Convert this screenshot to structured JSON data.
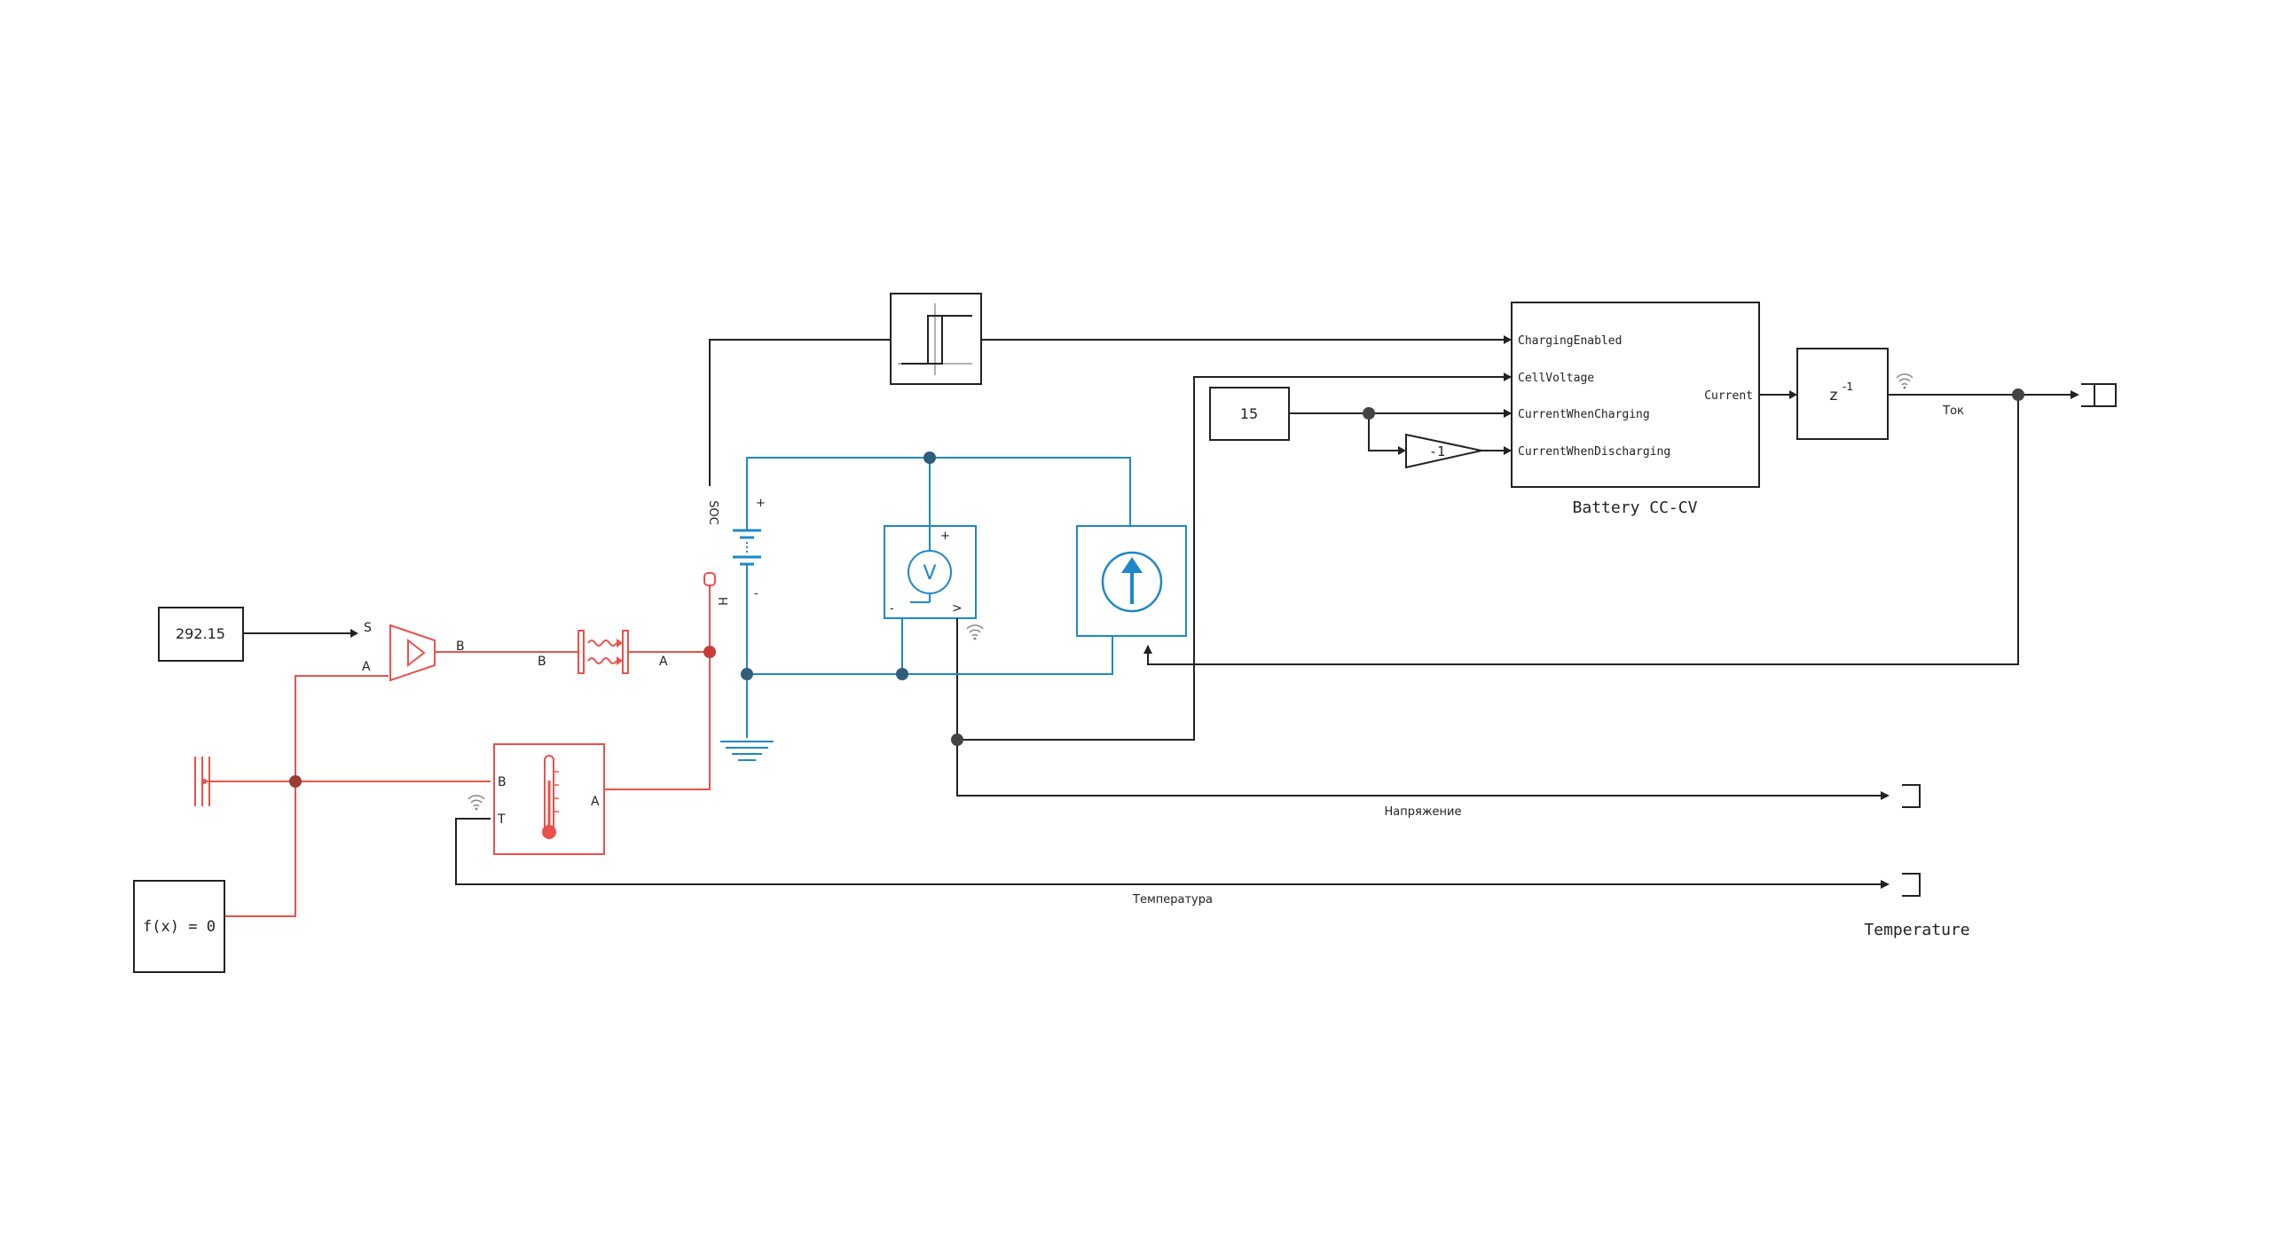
{
  "diagram": {
    "blocks": {
      "temp_const": {
        "value": "292.15"
      },
      "const15": {
        "value": "15"
      },
      "gain": {
        "value": "-1"
      },
      "solver": {
        "label": "f(x) = 0"
      },
      "delay": {
        "label": "z",
        "exp": "-1"
      },
      "battery_controller": {
        "title": "Battery CC-CV",
        "inputs": [
          "ChargingEnabled",
          "CellVoltage",
          "CurrentWhenCharging",
          "CurrentWhenDischarging"
        ],
        "output": "Current"
      },
      "voltmeter": {
        "symbol": "V",
        "plus": "+",
        "minus": "-",
        "out": ">"
      },
      "battery_cell": {
        "plus": "+",
        "minus": "-",
        "soc_port": "SOC",
        "h_port": "H"
      },
      "temp_source": {
        "port_s": "S",
        "port_a": "A",
        "port_b": "B"
      },
      "thermal_resistor": {
        "port_a": "A",
        "port_b": "B"
      },
      "thermometer": {
        "port_a": "A",
        "port_b": "B",
        "port_t": "T"
      }
    },
    "signals": {
      "current": "Ток",
      "voltage": "Напряжение",
      "temperature": "Температура"
    },
    "outports": {
      "temperature_caption": "Temperature"
    },
    "colors": {
      "signal": "#222222",
      "thermal": "#e9524a",
      "electrical": "#1e88c8",
      "junction": "#555555"
    }
  }
}
